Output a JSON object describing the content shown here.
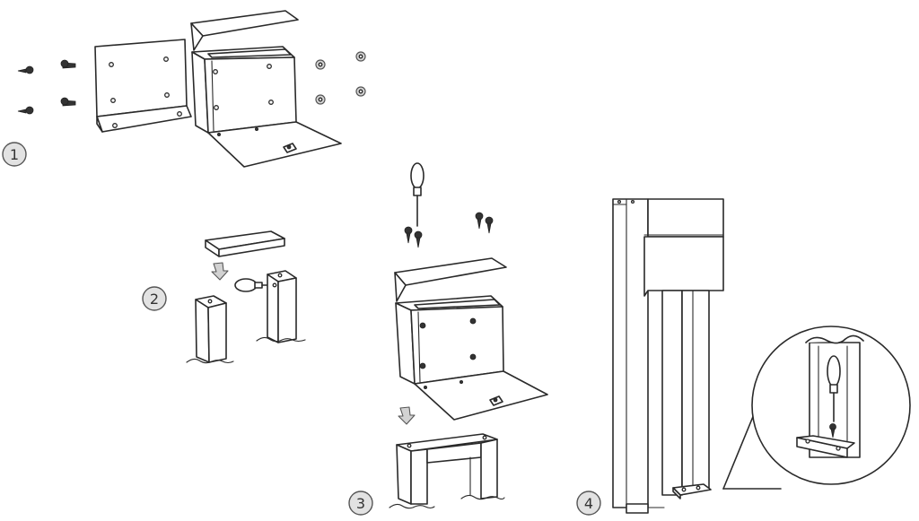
{
  "steps": [
    {
      "label": "1"
    },
    {
      "label": "2"
    },
    {
      "label": "3"
    },
    {
      "label": "4"
    }
  ],
  "colors": {
    "line": "#2a2a2a",
    "badge_fill": "#e2e2e2",
    "arrow_fill": "#d2d2d2",
    "background": "#ffffff"
  }
}
